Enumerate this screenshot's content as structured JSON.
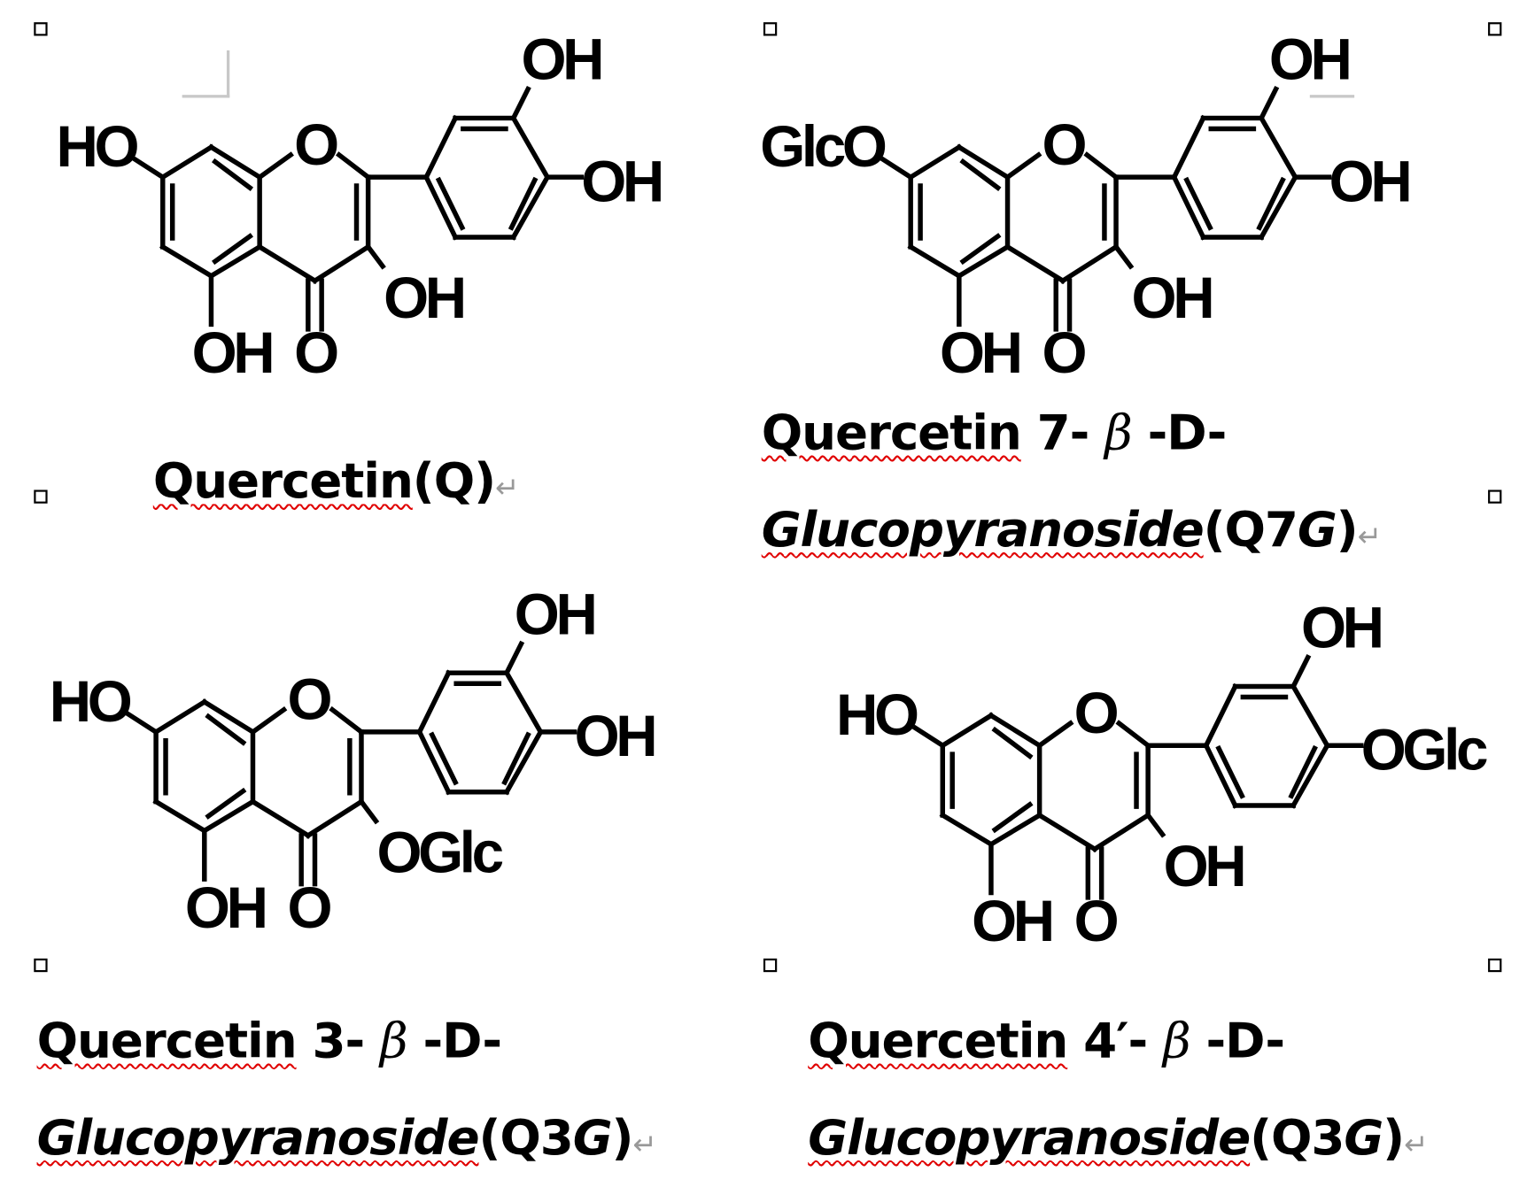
{
  "molecules": [
    {
      "name": "quercetin",
      "ring_O": "O",
      "carbonyl_O": "O",
      "sub_7": "HO",
      "sub_5": "OH",
      "sub_3": "OH",
      "sub_3p": "OH",
      "sub_4p": "OH"
    },
    {
      "name": "quercetin-7-glucoside",
      "ring_O": "O",
      "carbonyl_O": "O",
      "sub_7": "GlcO",
      "sub_5": "OH",
      "sub_3": "OH",
      "sub_3p": "OH",
      "sub_4p": "OH"
    },
    {
      "name": "quercetin-3-glucoside",
      "ring_O": "O",
      "carbonyl_O": "O",
      "sub_7": "HO",
      "sub_5": "OH",
      "sub_3": "OGlc",
      "sub_3p": "OH",
      "sub_4p": "OH"
    },
    {
      "name": "quercetin-4p-glucoside",
      "ring_O": "O",
      "carbonyl_O": "O",
      "sub_7": "HO",
      "sub_5": "OH",
      "sub_3": "OH",
      "sub_3p": "OH",
      "sub_4p": "OGlc"
    }
  ],
  "captions": {
    "q": {
      "word": "Quercetin",
      "rest": "(Q)",
      "mark": "↵"
    },
    "q7g": {
      "word": "Quercetin",
      "pos": " 7- ",
      "beta": "β",
      "d": " -D-",
      "word2": "Glucopyranoside",
      "rest": "(Q7",
      "g": "G",
      ")": ")",
      "mark": "↵"
    },
    "q3g": {
      "word": "Quercetin",
      "pos": " 3- ",
      "beta": "β",
      "d": " -D-",
      "word2": "Glucopyranoside",
      "rest": "(Q3",
      "g": "G",
      ")": ")",
      "mark": "↵"
    },
    "q4g": {
      "word": "Quercetin",
      "pos": " 4′- ",
      "beta": "β",
      "d": " -D-",
      "word2": "Glucopyranoside",
      "rest": "(Q3",
      "g": "G",
      ")": ")",
      "mark": "↵"
    }
  }
}
